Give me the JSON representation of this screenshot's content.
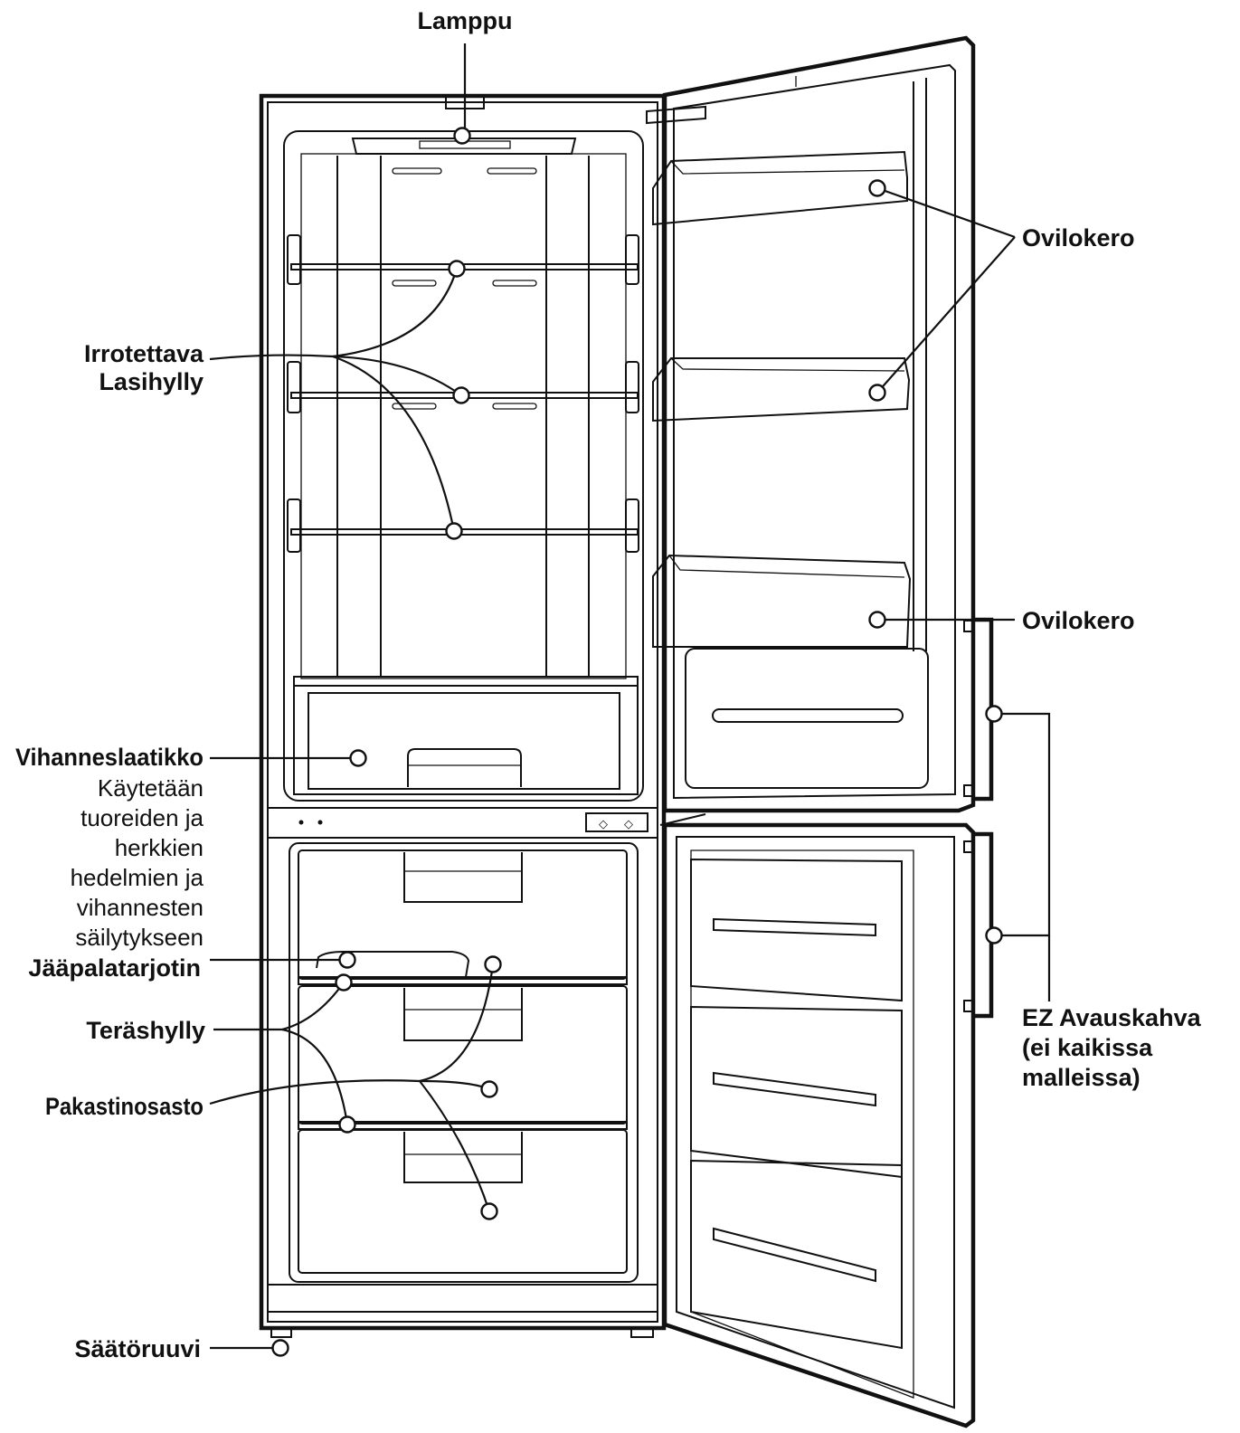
{
  "labels": {
    "lamp": "Lamppu",
    "door_bin_top": "Ovilokero",
    "door_bin_bottom": "Ovilokero",
    "glass_shelf_line1": "Irrotettava",
    "glass_shelf_line2": "Lasihylly",
    "crisper_title": "Vihanneslaatikko",
    "crisper_desc": [
      "Käytetään",
      "tuoreiden ja",
      "herkkien",
      "hedelmien ja",
      "vihannesten",
      "säilytykseen"
    ],
    "ice_tray": "Jääpalatarjotin",
    "steel_shelf": "Teräshylly",
    "freezer": "Pakastinosasto",
    "leveling_screw": "Säätöruuvi",
    "handle_line1": "EZ Avauskahva",
    "handle_line2": "(ei kaikissa",
    "handle_line3": "malleissa)"
  }
}
